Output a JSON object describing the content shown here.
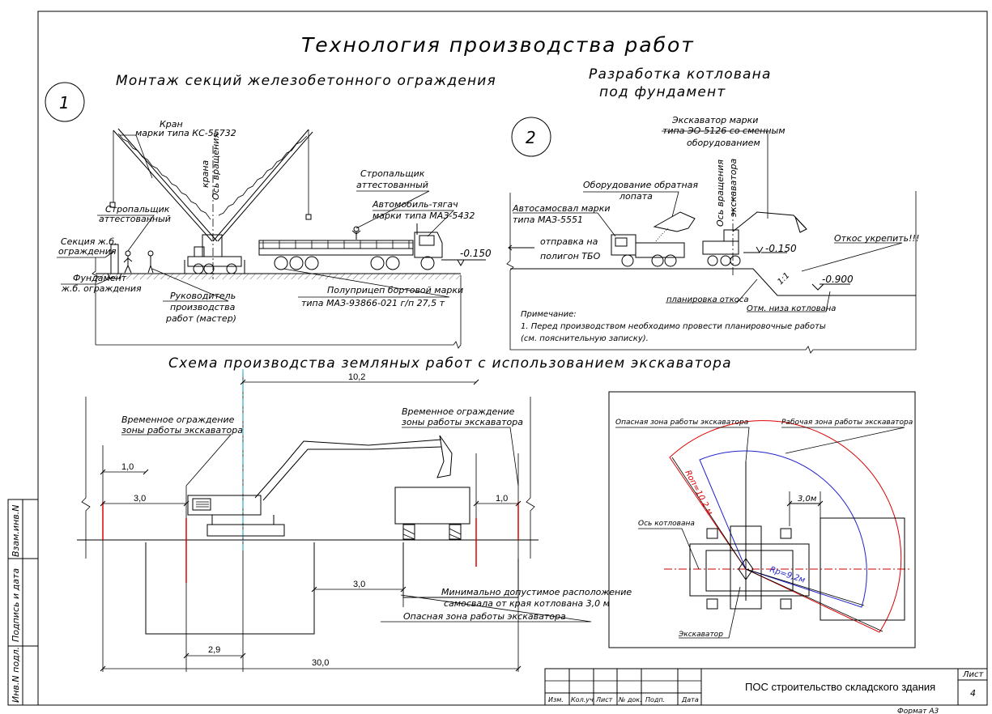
{
  "titles": {
    "main": "Технология производства работ",
    "section1": "Монтаж секций железобетонного ограждения",
    "section2_line1": "Разработка котлована",
    "section2_line2": "под фундамент",
    "section3": "Схема производства земляных работ с использованием экскаватора",
    "num1": "1",
    "num2": "2"
  },
  "montage": {
    "crane_line1": "Кран",
    "crane_line2": "марки типа КС-55732",
    "axis_line1": "крана",
    "axis_line2": "Ось вращения",
    "slinger1_line1": "Стропальщик",
    "slinger1_line2": "аттестованный",
    "slinger2_line1": "Стропальщик",
    "slinger2_line2": "аттестованный",
    "tractor_line1": "Автомобиль-тягач",
    "tractor_line2": "марки типа МАЗ-5432",
    "section_line1": "Секция ж.б.",
    "section_line2": "ограждения",
    "foundation_line1": "Фундамент",
    "foundation_line2": "ж.б. ограждения",
    "foreman_line1": "Руководитель",
    "foreman_line2": "производства",
    "foreman_line3": "работ (мастер)",
    "trailer_line1": "Полуприцеп бортовой марки",
    "trailer_line2": "типа МАЗ-93866-021 г/п 27,5 т",
    "level": "-0.150"
  },
  "pit": {
    "excavator_line1": "Экскаватор марки",
    "excavator_line2": "типа ЭО-5126 со сменным",
    "excavator_line3": "оборудованием",
    "equip_line1": "Оборудование обратная",
    "equip_line2": "лопата",
    "truck_line1": "Автосамосвал марки",
    "truck_line2": "типа МАЗ-5551",
    "axis_line1": "Ось вращения",
    "axis_line2": "экскаватора",
    "send_line1": "отправка на",
    "send_line2": "полигон ТБО",
    "slope": "Откос укрепить!!!",
    "level1": "-0.150",
    "level2": "-0.900",
    "slope_ratio": "1:1",
    "planning": "планировка откоса",
    "bottom": "Отм. низа котлована",
    "note_title": "Примечание:",
    "note_line1": "1. Перед производством необходимо провести планировочные работы",
    "note_line2": "(см. пояснительную записку)."
  },
  "scheme": {
    "dim_top": "10,2",
    "dim_1_left": "1,0",
    "dim_3_left": "3,0",
    "dim_1_right": "1,0",
    "dim_3_mid": "3,0",
    "dim_29": "2,9",
    "dim_30": "30,0",
    "fence_left_line1": "Временное ограждение",
    "fence_left_line2": "зоны работы экскаватора",
    "fence_right_line1": "Временное ограждение",
    "fence_right_line2": "зоны работы экскаватора",
    "min_line1": "Минимально допустимое расположение",
    "min_line2": "самосвала от края котлована 3,0 м",
    "danger": "Опасная зона работы экскаватора"
  },
  "plan": {
    "danger_zone": "Опасная зона работы экскаватора",
    "work_zone": "Рабочая зона работы экскаватора",
    "r_danger": "Rоп=10,2 м",
    "r_work": "Rр=9,2м",
    "dim_3": "3,0м",
    "axis": "Ось котлована",
    "excavator": "Экскаватор"
  },
  "stamp": {
    "title": "ПОС строительство складского здания",
    "sheet_label": "Лист",
    "sheet_no": "4",
    "col_izm": "Изм.",
    "col_koluch": "Кол.уч",
    "col_list": "Лист",
    "col_ndok": "№ док.",
    "col_podp": "Подп.",
    "col_data": "Дата",
    "format": "Формат А3"
  },
  "side": {
    "vzam": "Взам.инв.N",
    "podpis": "Подпись и дата",
    "invn": "Инв.N подл."
  }
}
